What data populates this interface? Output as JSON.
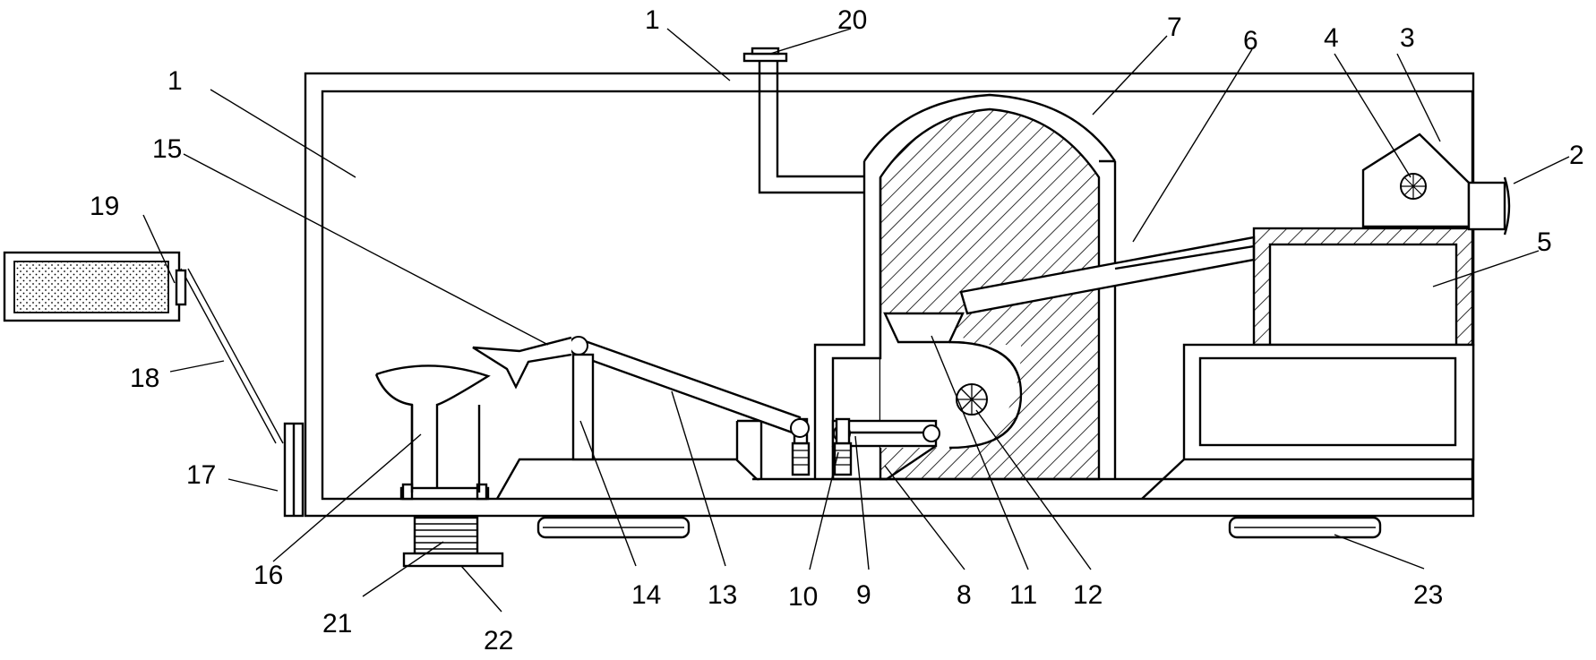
{
  "labels": [
    {
      "text": "1"
    },
    {
      "text": "20"
    },
    {
      "text": "7"
    },
    {
      "text": "6"
    },
    {
      "text": "4"
    },
    {
      "text": "3"
    },
    {
      "text": "2"
    },
    {
      "text": "1"
    },
    {
      "text": "15"
    },
    {
      "text": "19"
    },
    {
      "text": "5"
    },
    {
      "text": "18"
    },
    {
      "text": "17"
    },
    {
      "text": "16"
    },
    {
      "text": "14"
    },
    {
      "text": "13"
    },
    {
      "text": "10"
    },
    {
      "text": "9"
    },
    {
      "text": "8"
    },
    {
      "text": "11"
    },
    {
      "text": "12"
    },
    {
      "text": "23"
    },
    {
      "text": "21"
    },
    {
      "text": "22"
    }
  ]
}
